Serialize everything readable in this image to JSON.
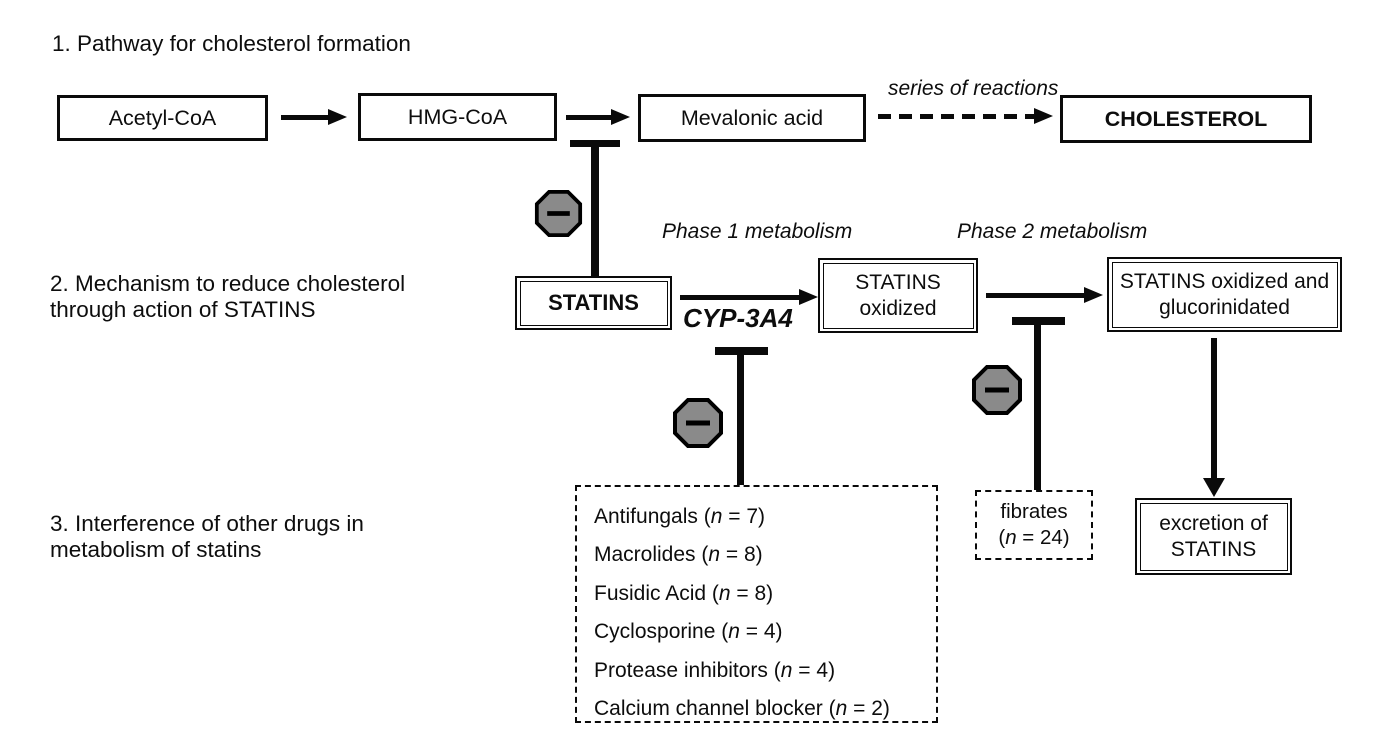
{
  "figure": {
    "section1_title": "1. Pathway for cholesterol formation",
    "section2_title_line1": "2. Mechanism to reduce cholesterol",
    "section2_title_line2": "through action of STATINS",
    "section3_title_line1": "3. Interference of other drugs in",
    "section3_title_line2": "metabolism of statins"
  },
  "pathway": {
    "acetyl_coa": "Acetyl-CoA",
    "hmg_coa": "HMG-CoA",
    "mevalonic_acid": "Mevalonic acid",
    "series_of_reactions": "series of reactions",
    "cholesterol": "CHOLESTEROL"
  },
  "mechanism": {
    "statins": "STATINS",
    "enzyme": "CYP-3A4",
    "phase1": "Phase 1 metabolism",
    "phase2": "Phase 2 metabolism",
    "oxidized_line1": "STATINS",
    "oxidized_line2": "oxidized",
    "gluc_line1": "STATINS oxidized and",
    "gluc_line2": "glucorinidated",
    "excretion_line1": "excretion of",
    "excretion_line2": "STATINS"
  },
  "interference": {
    "drugs": [
      {
        "pre": "Antifungals (",
        "var": "n",
        "post": " = 7)"
      },
      {
        "pre": "Macrolides (",
        "var": "n",
        "post": " = 8)"
      },
      {
        "pre": "Fusidic Acid (",
        "var": "n",
        "post": " = 8)"
      },
      {
        "pre": "Cyclosporine (",
        "var": "n",
        "post": " = 4)"
      },
      {
        "pre": "Protease inhibitors (",
        "var": "n",
        "post": " = 4)"
      },
      {
        "pre": "Calcium channel blocker (",
        "var": "n",
        "post": " = 2)"
      }
    ],
    "fibrates_line1": "fibrates",
    "fibrates_pre": "(",
    "fibrates_var": "n",
    "fibrates_post": " = 24)"
  },
  "colors": {
    "ink": "#0a0a0a",
    "background": "#ffffff",
    "octagon_fill": "#8a8a8a"
  }
}
